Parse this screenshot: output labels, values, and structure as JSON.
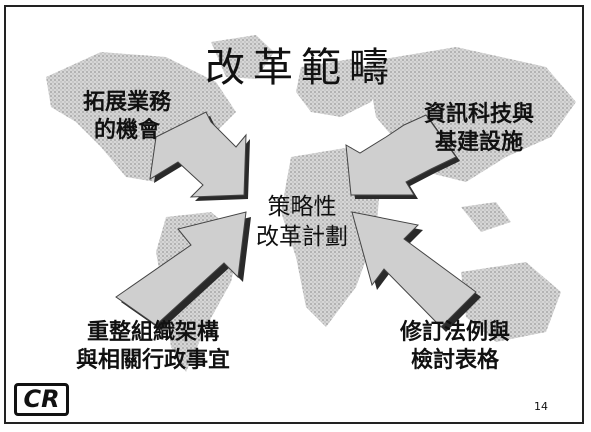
{
  "slide": {
    "title": "改革範疇",
    "center": [
      "策略性",
      "改革計劃"
    ],
    "inputs": {
      "top_left": [
        "拓展業務",
        "的機會"
      ],
      "top_right": [
        "資訊科技與",
        "基建設施"
      ],
      "bottom_left": [
        "重整組織架構",
        "與相關行政事宜"
      ],
      "bottom_right": [
        "修訂法例與",
        "檢討表格"
      ]
    },
    "logo": "CR",
    "page_number": "14"
  },
  "colors": {
    "arrow_fill": "#cfcfcf",
    "arrow_shadow": "#2a2a2a",
    "map": "#c9c9c9"
  }
}
